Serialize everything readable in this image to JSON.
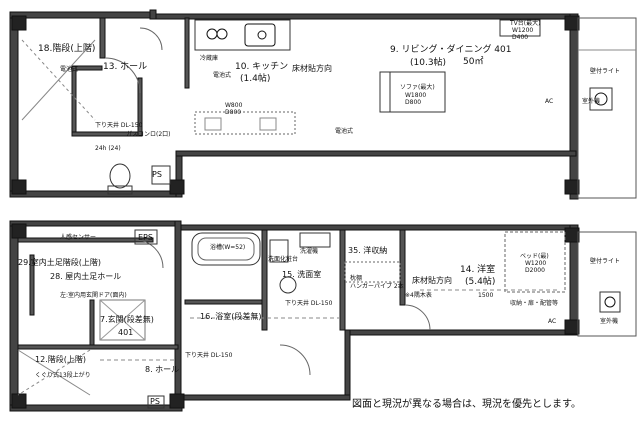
{
  "upper_floor": {
    "rooms": {
      "stairs_up": "18.階段(上階)",
      "hall": "13. ホール",
      "kitchen": "10. キッチン",
      "kitchen_size": "(1.4帖)",
      "living": "9. リビング・ダイニング 401",
      "living_size": "(10.3帖)",
      "living_area": "50㎡",
      "floor_direction": "床材貼方向"
    },
    "labels": {
      "electric_meter": "電池式",
      "ps": "PS",
      "balcony": "室外機",
      "ac": "AC",
      "sofa": "ソファ(最大)",
      "sofa_w": "W1800",
      "sofa_d": "D800",
      "tv": "TV台(最大)",
      "tv_w": "W1200",
      "tv_d": "D400",
      "table": "W800",
      "table_d": "D800",
      "downlight": "下り天井 DL-150",
      "range": "ガスコンロ(2口)",
      "shoe": "24h (24)",
      "fridge": "冷蔵庫",
      "spot": "壁付ライト"
    }
  },
  "lower_floor": {
    "rooms": {
      "entrance_hall_up": "29.室内土足階段(上階)",
      "entrance_hall": "28. 屋内土足ホール",
      "entrance": "7.玄関(段差無)",
      "entrance_num": "401",
      "stairs_down": "12.階段(上階)",
      "stairs_note": "くぐり式13段上がり",
      "hall": "8. ホール",
      "bath": "16. 浴室(段差無)",
      "washroom": "15. 洗面室",
      "closet": "35. 洋収納",
      "bedroom": "14. 洋室",
      "bedroom_size": "(5.4帖)",
      "floor_direction": "床材貼方向"
    },
    "labels": {
      "eps": "EPS",
      "sensor": "人感センサー",
      "ps": "PS",
      "ac": "AC",
      "balcony": "室外機",
      "bed_w": "ベッド(最)",
      "bed_w2": "W1200",
      "bed_d": "D2000",
      "pipe": "※4隅木表",
      "pipe2": "1500",
      "board": "枕棚",
      "board2": "ハンガーパイプ 2本",
      "downlight1": "下り天井 DL-150",
      "downlight2": "下り天井 DL-150",
      "tub": "浴槽(W=52)",
      "washer": "洗濯機",
      "mirror": "洗面化粧台",
      "door_note": "左:室内用玄関ドア(面内)",
      "spot": "壁付ライト",
      "cabinet": "収納・扉・配管等"
    }
  },
  "footnote": "図面と現況が異なる場合は、現況を優先とします。"
}
